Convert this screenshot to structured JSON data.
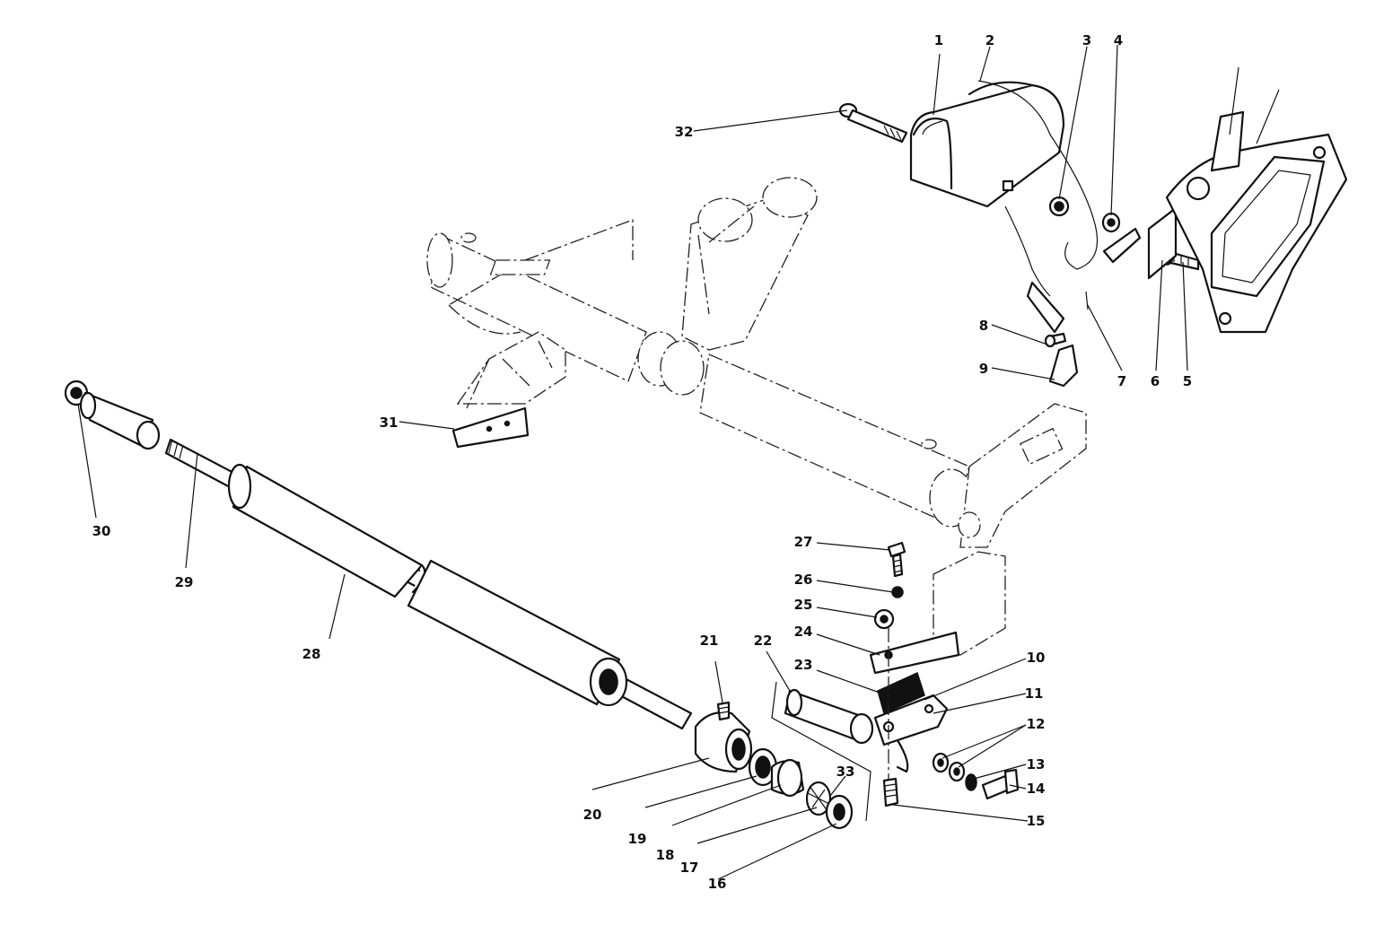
{
  "diagram": {
    "callouts": [
      {
        "n": "1"
      },
      {
        "n": "2"
      },
      {
        "n": "3"
      },
      {
        "n": "4"
      },
      {
        "n": "5"
      },
      {
        "n": "6"
      },
      {
        "n": "7"
      },
      {
        "n": "8"
      },
      {
        "n": "9"
      },
      {
        "n": "10"
      },
      {
        "n": "11"
      },
      {
        "n": "12"
      },
      {
        "n": "13"
      },
      {
        "n": "14"
      },
      {
        "n": "15"
      },
      {
        "n": "16"
      },
      {
        "n": "17"
      },
      {
        "n": "18"
      },
      {
        "n": "19"
      },
      {
        "n": "20"
      },
      {
        "n": "21"
      },
      {
        "n": "22"
      },
      {
        "n": "23"
      },
      {
        "n": "24"
      },
      {
        "n": "25"
      },
      {
        "n": "26"
      },
      {
        "n": "27"
      },
      {
        "n": "28"
      },
      {
        "n": "29"
      },
      {
        "n": "30"
      },
      {
        "n": "31"
      },
      {
        "n": "32"
      },
      {
        "n": "33"
      }
    ]
  }
}
